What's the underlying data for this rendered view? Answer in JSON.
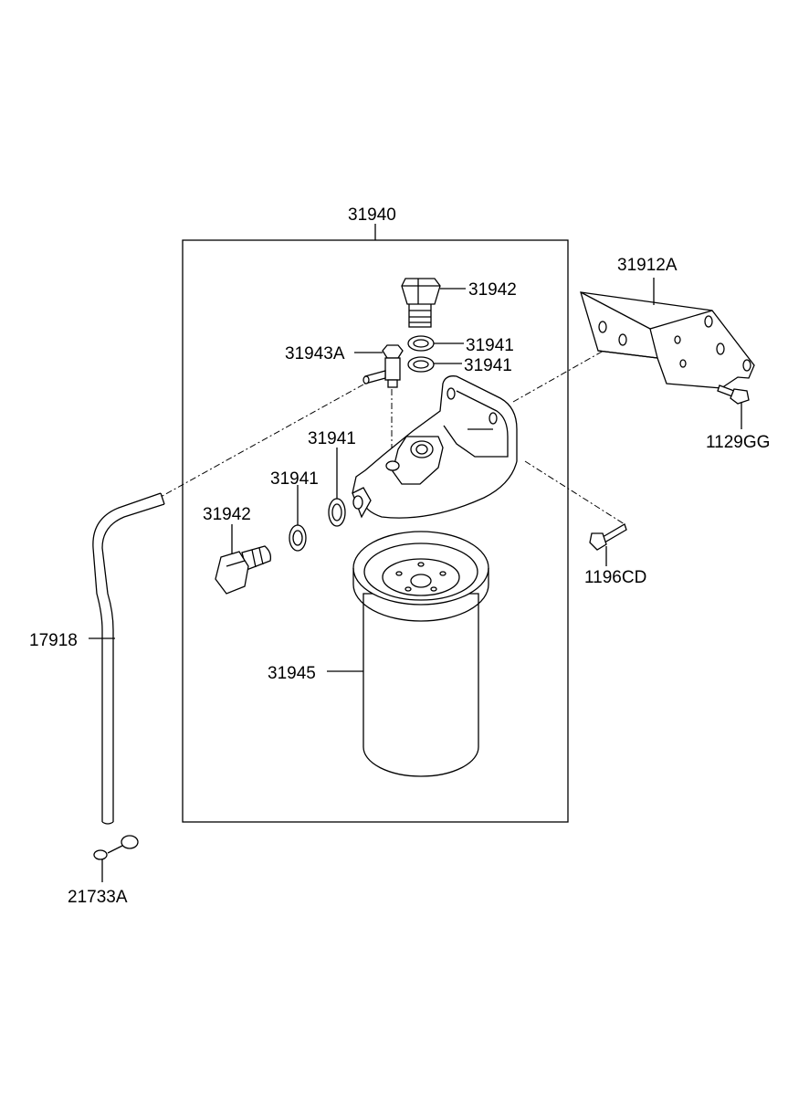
{
  "diagram": {
    "labels": {
      "assembly": "31940",
      "bolt_top": "31942",
      "washer_a": "31941",
      "washer_b": "31941",
      "fitting": "31943A",
      "washer_c": "31941",
      "washer_d": "31941",
      "bolt_left": "31942",
      "filter": "31945",
      "bracket": "31912A",
      "bracket_bolt": "1129GG",
      "head_bolt": "1196CD",
      "hose": "17918",
      "clip": "21733A"
    }
  }
}
